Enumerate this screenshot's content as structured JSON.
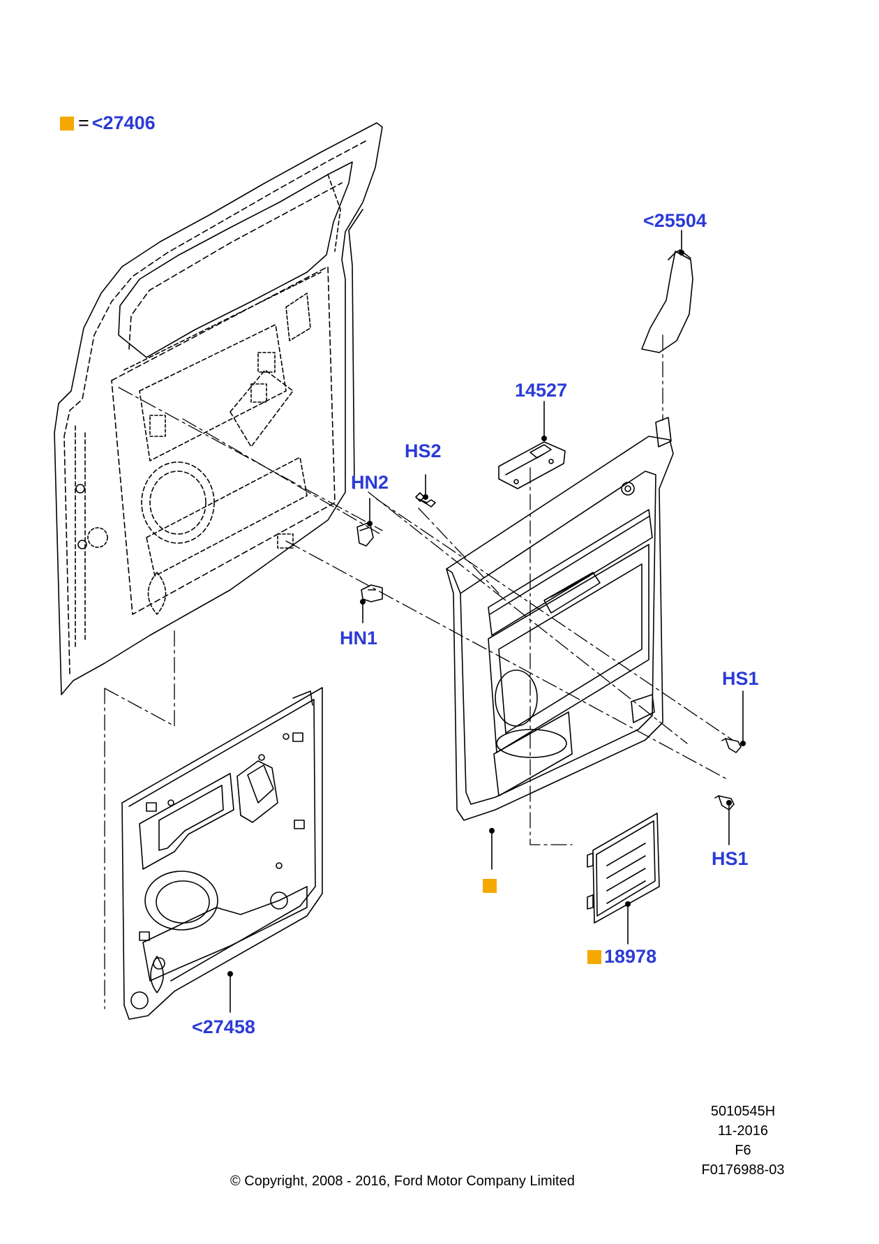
{
  "colors": {
    "callout": "#2b3bd6",
    "marker": "#f5a800",
    "line": "#000000"
  },
  "legend": {
    "equals": "=",
    "label": "<27406"
  },
  "callouts": {
    "molding": "<25504",
    "switch": "14527",
    "hs2": "HS2",
    "hn2": "HN2",
    "hn1": "HN1",
    "hs1_upper": "HS1",
    "hs1_lower": "HS1",
    "cover": "18978",
    "watershield": "<27458"
  },
  "meta": {
    "line1": "5010545H",
    "line2": "11-2016",
    "line3": "F6",
    "line4": "F0176988-03",
    "copyright": "© Copyright, 2008 - 2016, Ford Motor Company Limited"
  }
}
